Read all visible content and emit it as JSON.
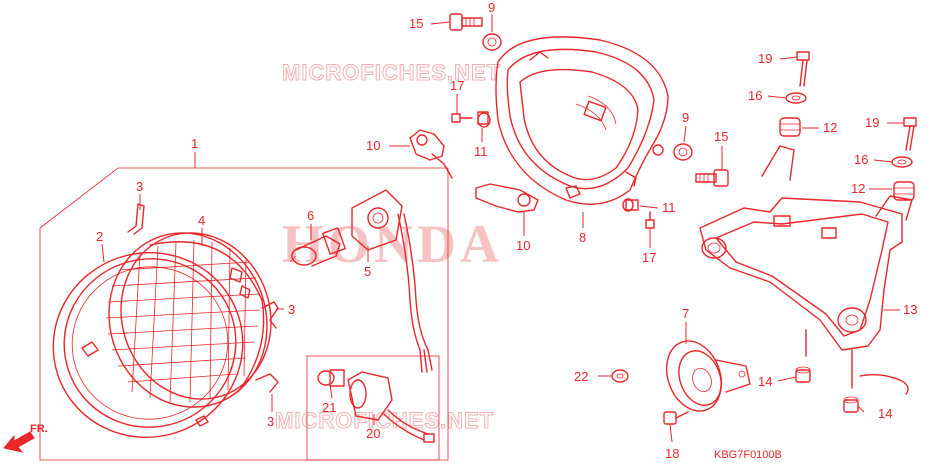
{
  "watermarks": {
    "top": "MICROFICHES.NET",
    "bottom": "MICROFICHES.NET",
    "center": "HONDA"
  },
  "diagram_code": "KBG7F0100B",
  "front_arrow": "FR.",
  "callouts": [
    {
      "id": "c1",
      "label": "1"
    },
    {
      "id": "c2",
      "label": "2"
    },
    {
      "id": "c3a",
      "label": "3"
    },
    {
      "id": "c3b",
      "label": "3"
    },
    {
      "id": "c3c",
      "label": "3"
    },
    {
      "id": "c4",
      "label": "4"
    },
    {
      "id": "c5",
      "label": "5"
    },
    {
      "id": "c6",
      "label": "6"
    },
    {
      "id": "c7",
      "label": "7"
    },
    {
      "id": "c8",
      "label": "8"
    },
    {
      "id": "c9a",
      "label": "9"
    },
    {
      "id": "c9b",
      "label": "9"
    },
    {
      "id": "c10a",
      "label": "10"
    },
    {
      "id": "c10b",
      "label": "10"
    },
    {
      "id": "c11a",
      "label": "11"
    },
    {
      "id": "c11b",
      "label": "11"
    },
    {
      "id": "c12a",
      "label": "12"
    },
    {
      "id": "c12b",
      "label": "12"
    },
    {
      "id": "c13",
      "label": "13"
    },
    {
      "id": "c14a",
      "label": "14"
    },
    {
      "id": "c14b",
      "label": "14"
    },
    {
      "id": "c15a",
      "label": "15"
    },
    {
      "id": "c15b",
      "label": "15"
    },
    {
      "id": "c16a",
      "label": "16"
    },
    {
      "id": "c16b",
      "label": "16"
    },
    {
      "id": "c17a",
      "label": "17"
    },
    {
      "id": "c17b",
      "label": "17"
    },
    {
      "id": "c18",
      "label": "18"
    },
    {
      "id": "c19a",
      "label": "19"
    },
    {
      "id": "c19b",
      "label": "19"
    },
    {
      "id": "c20",
      "label": "20"
    },
    {
      "id": "c21",
      "label": "21"
    },
    {
      "id": "c22",
      "label": "22"
    }
  ]
}
